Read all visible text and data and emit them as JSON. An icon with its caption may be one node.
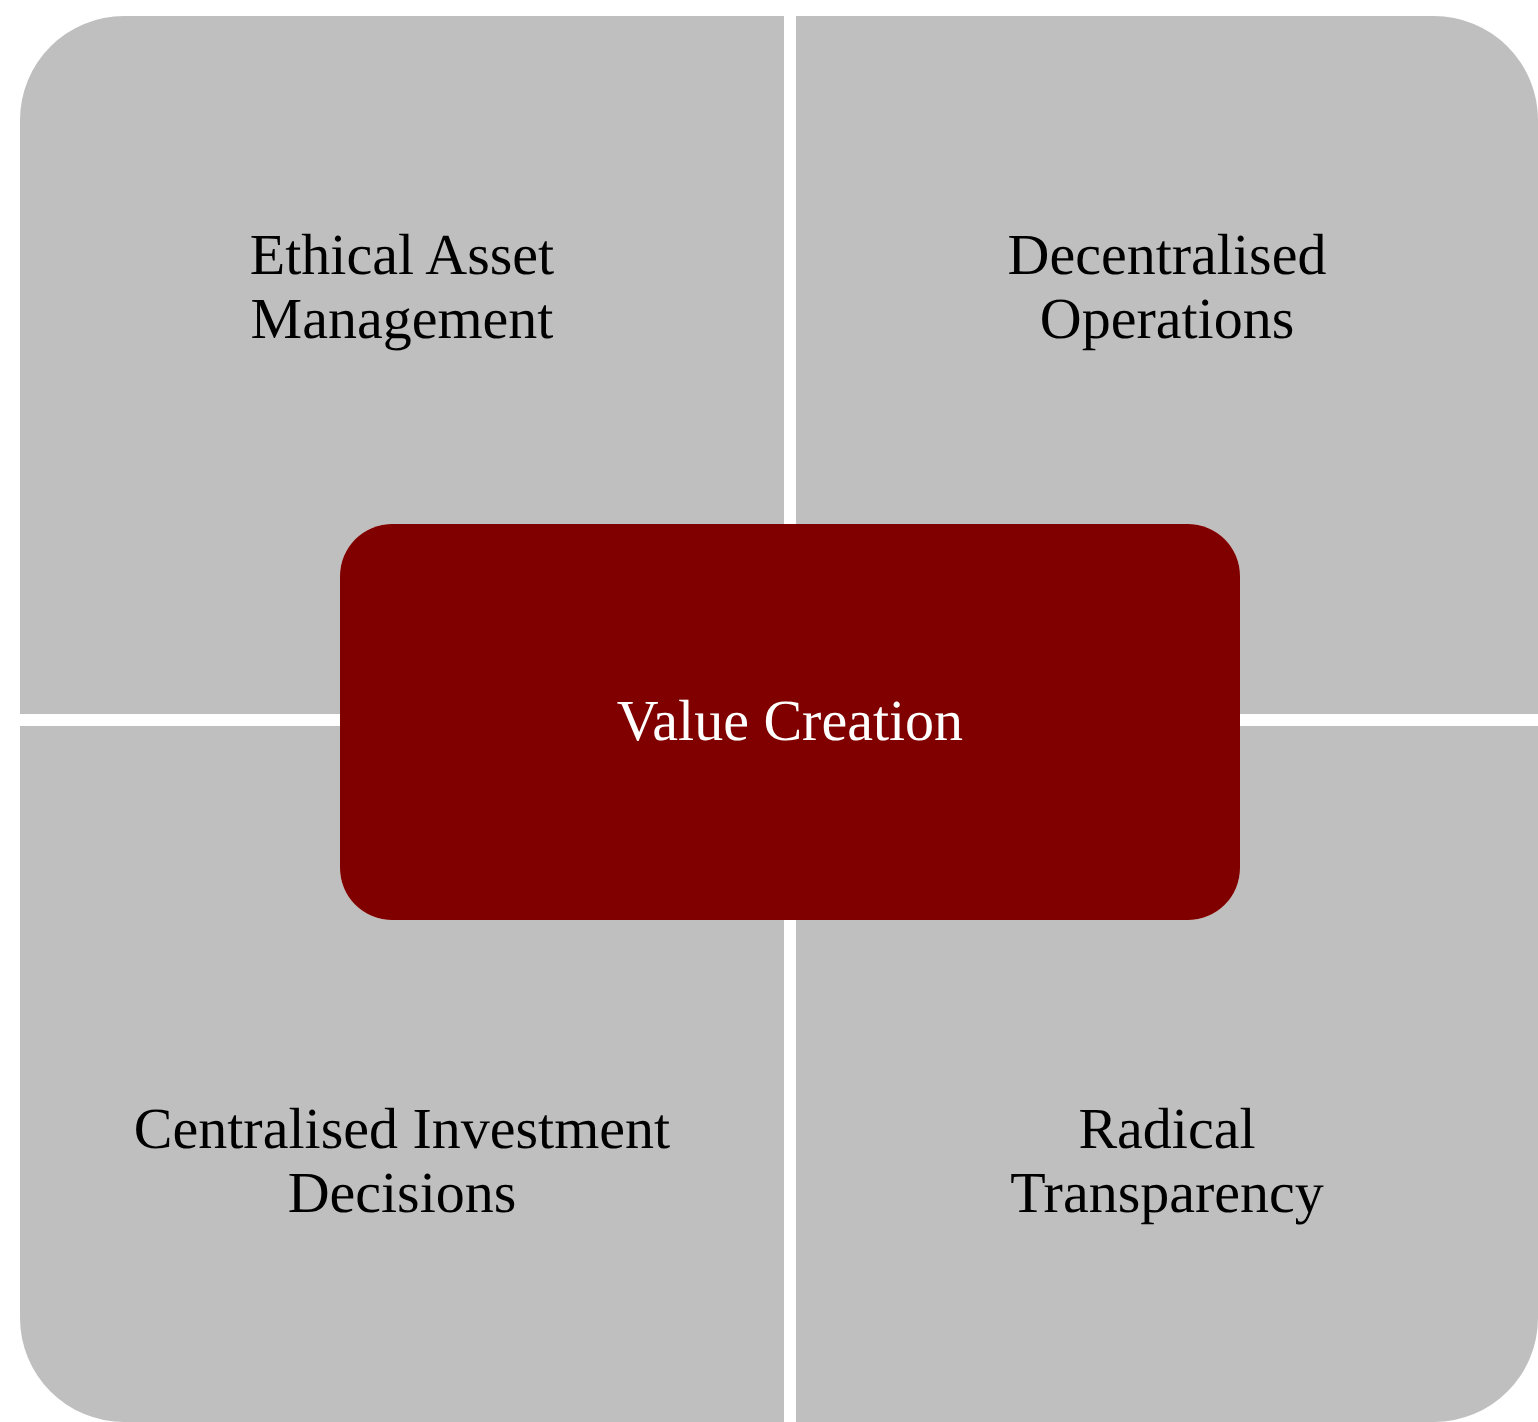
{
  "diagram": {
    "nodes": [
      {
        "text": [
          "Ethical Asset Management"
        ]
      },
      {
        "text": [
          "Decentralised Operations"
        ]
      },
      {
        "text": [
          "Value Creation"
        ]
      },
      {
        "text": [
          "Centralised Investment Decisions"
        ]
      },
      {
        "text": [
          "Radical Transparency"
        ]
      }
    ],
    "edges": []
  }
}
